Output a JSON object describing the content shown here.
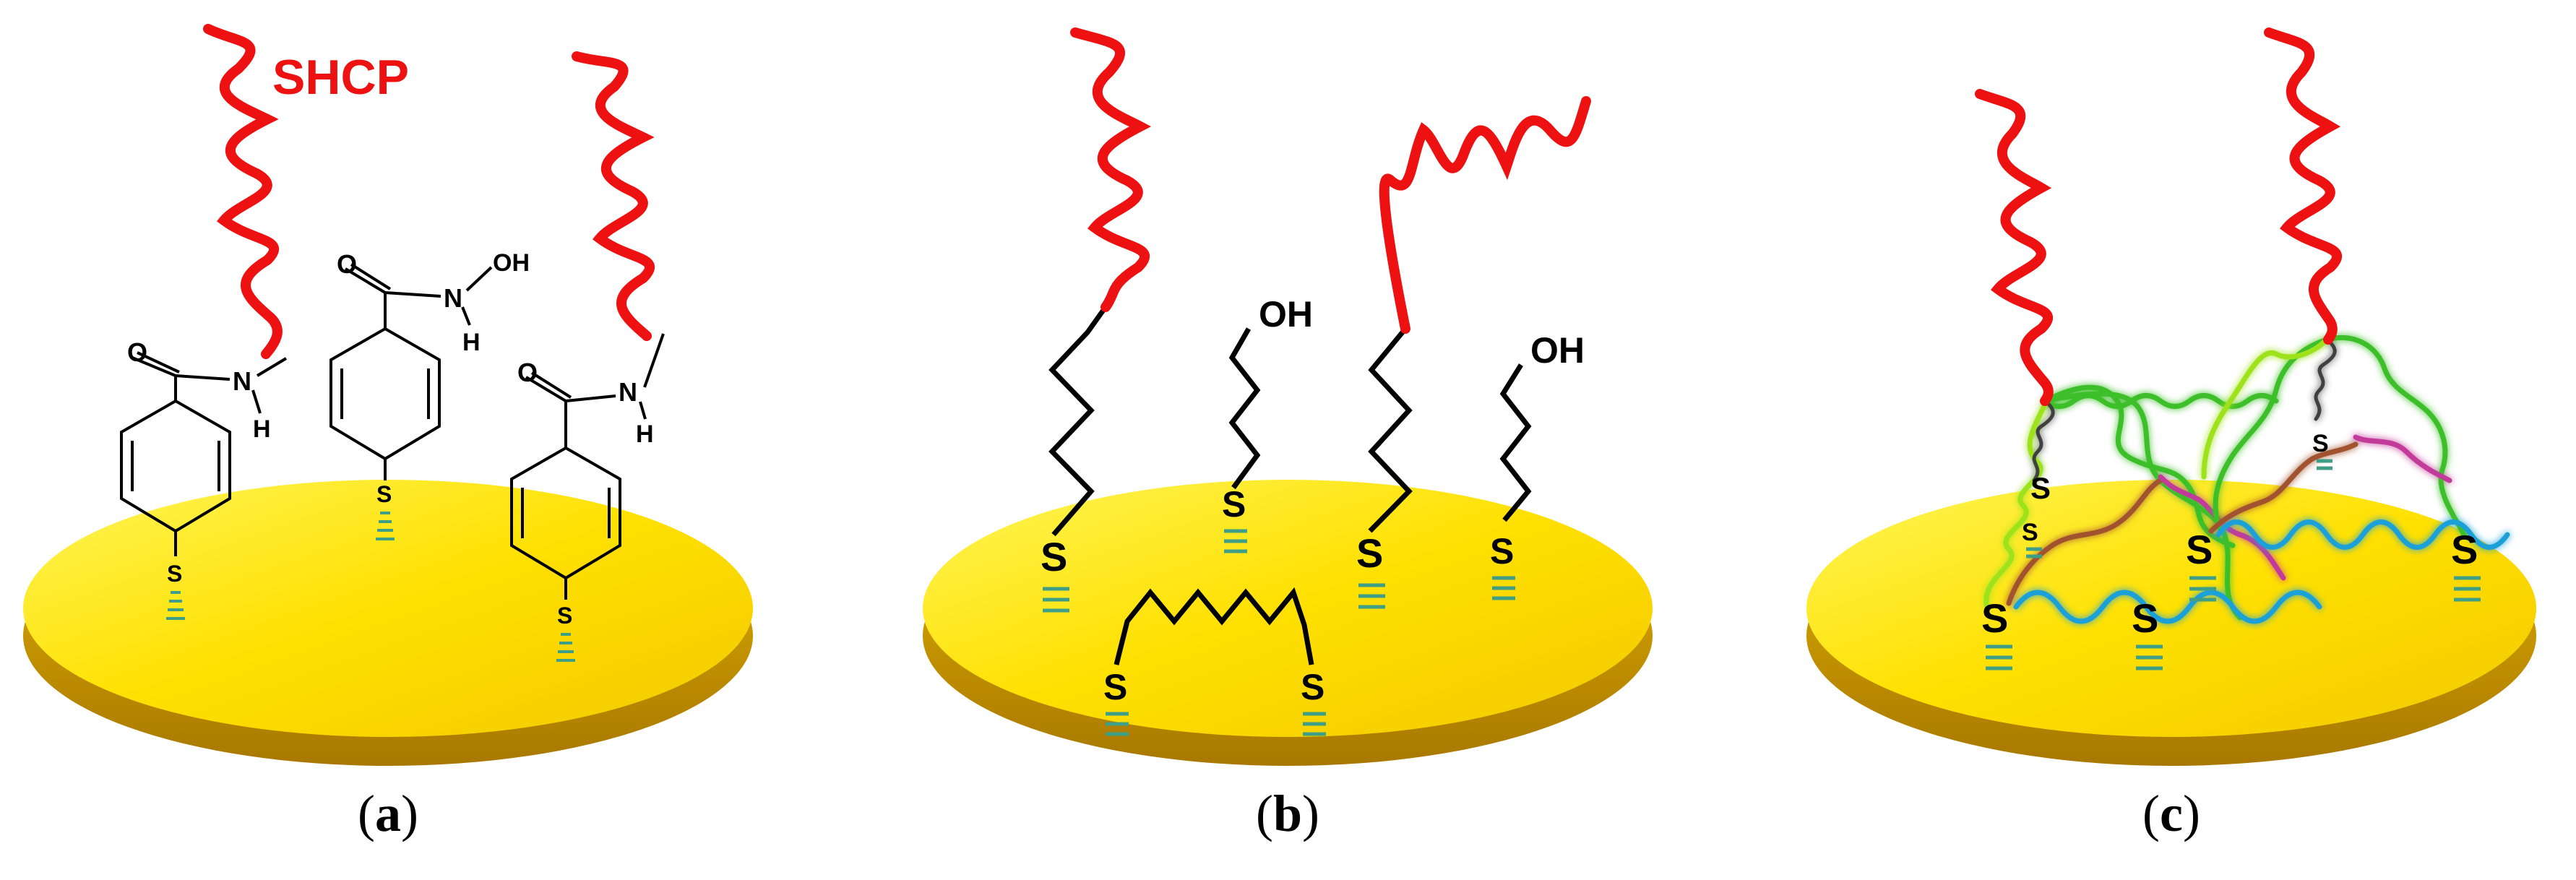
{
  "colors": {
    "gold_light": "#ffe000",
    "gold_mid": "#f4c400",
    "gold_dark": "#c99400",
    "probe": "#ee1111",
    "thiol_bond": "#3f9f86",
    "linker": "#000000",
    "tetra_green": "#3cbf2a",
    "tetra_lime": "#9ee21e",
    "tetra_brown": "#a0522d",
    "tetra_magenta": "#c23a9a",
    "tetra_blue": "#1aa0d8",
    "tetra_dark": "#404040"
  },
  "panels": [
    {
      "id": "a",
      "label_open": "(",
      "label_letter": "a",
      "label_close": ")",
      "probe_label": "SHCP",
      "atoms": {
        "oxygen": "O",
        "nitrogen": "N",
        "hydrogen": "H",
        "hydroxyl": "OH",
        "sulfur": "S"
      }
    },
    {
      "id": "b",
      "label_open": "(",
      "label_letter": "b",
      "label_close": ")",
      "atoms": {
        "hydroxyl": "OH",
        "sulfur": "S"
      }
    },
    {
      "id": "c",
      "label_open": "(",
      "label_letter": "c",
      "label_close": ")",
      "atoms": {
        "sulfur": "S"
      }
    }
  ]
}
